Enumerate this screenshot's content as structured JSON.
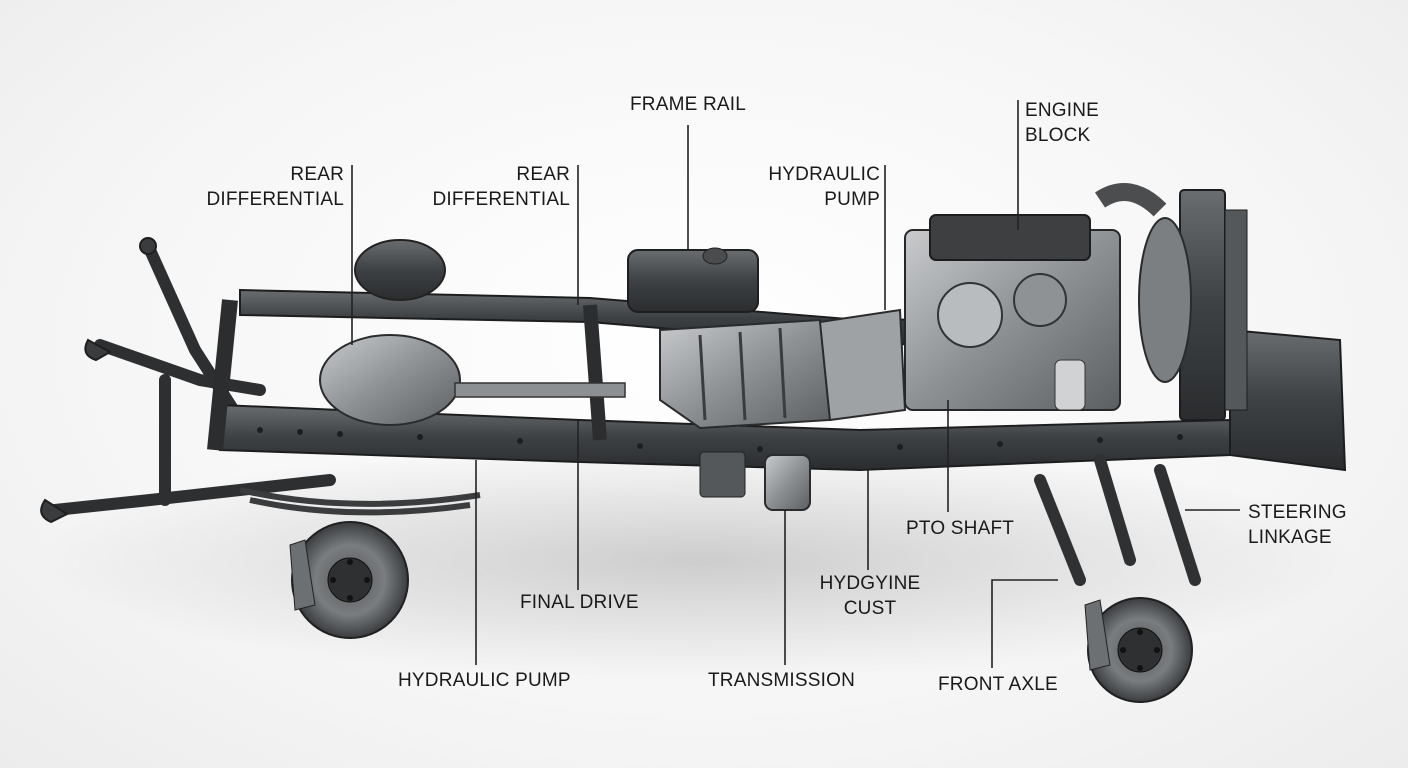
{
  "labels": {
    "rear_differential_1": [
      "REAR",
      "DIFFERENTIAL"
    ],
    "rear_differential_2": [
      "REAR",
      "DIFFERENTIAL"
    ],
    "frame_rail": "FRAME RAIL",
    "hydraulic_pump_top": [
      "HYDRAULIC",
      "PUMP"
    ],
    "engine_block": [
      "ENGINE",
      "BLOCK"
    ],
    "steering_linkage": [
      "STEERING",
      "LINKAGE"
    ],
    "pto_shaft": "PTO SHAFT",
    "hydgyine_cust": [
      "HYDGYINE",
      "CUST"
    ],
    "front_axle": "FRONT AXLE",
    "final_drive": "FINAL DRIVE",
    "transmission": "TRANSMISSION",
    "hydraulic_pump_bottom": "HYDRAULIC PUMP"
  }
}
